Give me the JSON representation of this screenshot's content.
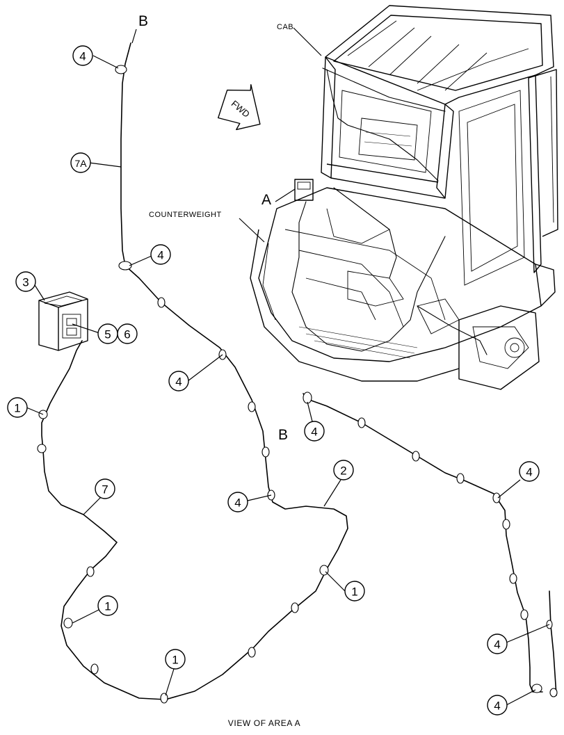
{
  "labels": {
    "cab": "CAB",
    "counterweight": "COUNTERWEIGHT",
    "fwd": "FWD",
    "view_a": "A",
    "view_b_top": "B",
    "view_b_mid": "B",
    "caption": "VIEW OF AREA A"
  },
  "callouts": {
    "c4_top": "4",
    "c7a": "7A",
    "c4_mid": "4",
    "c3": "3",
    "c5": "5",
    "c6": "6",
    "c4_long": "4",
    "c1_left": "1",
    "c7": "7",
    "c4_low": "4",
    "c2": "2",
    "c1_right": "1",
    "c1_bottom_left": "1",
    "c1_bottom": "1",
    "c4_b": "4",
    "c4_right": "4",
    "c4_right_low": "4",
    "c4_bottom_right": "4"
  }
}
